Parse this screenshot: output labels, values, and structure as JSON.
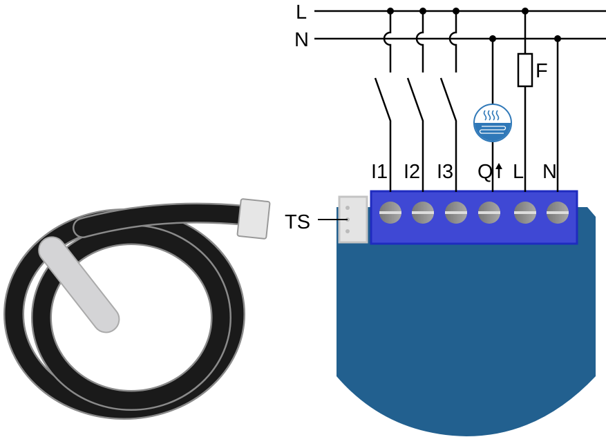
{
  "mains": {
    "line_label": "L",
    "neutral_label": "N"
  },
  "fuse_label": "F",
  "terminals": [
    "I1",
    "I2",
    "I3",
    "Q",
    "L",
    "N"
  ],
  "sensor_connector_label": "TS",
  "icons": {
    "output_load": "floor-heating-icon",
    "output_direction": "arrow-up-icon"
  },
  "colors": {
    "terminal_block": "#3f48d4",
    "module_body": "#22608f",
    "heating_icon": "#2f78b8",
    "cable": "#1a1a1a"
  }
}
